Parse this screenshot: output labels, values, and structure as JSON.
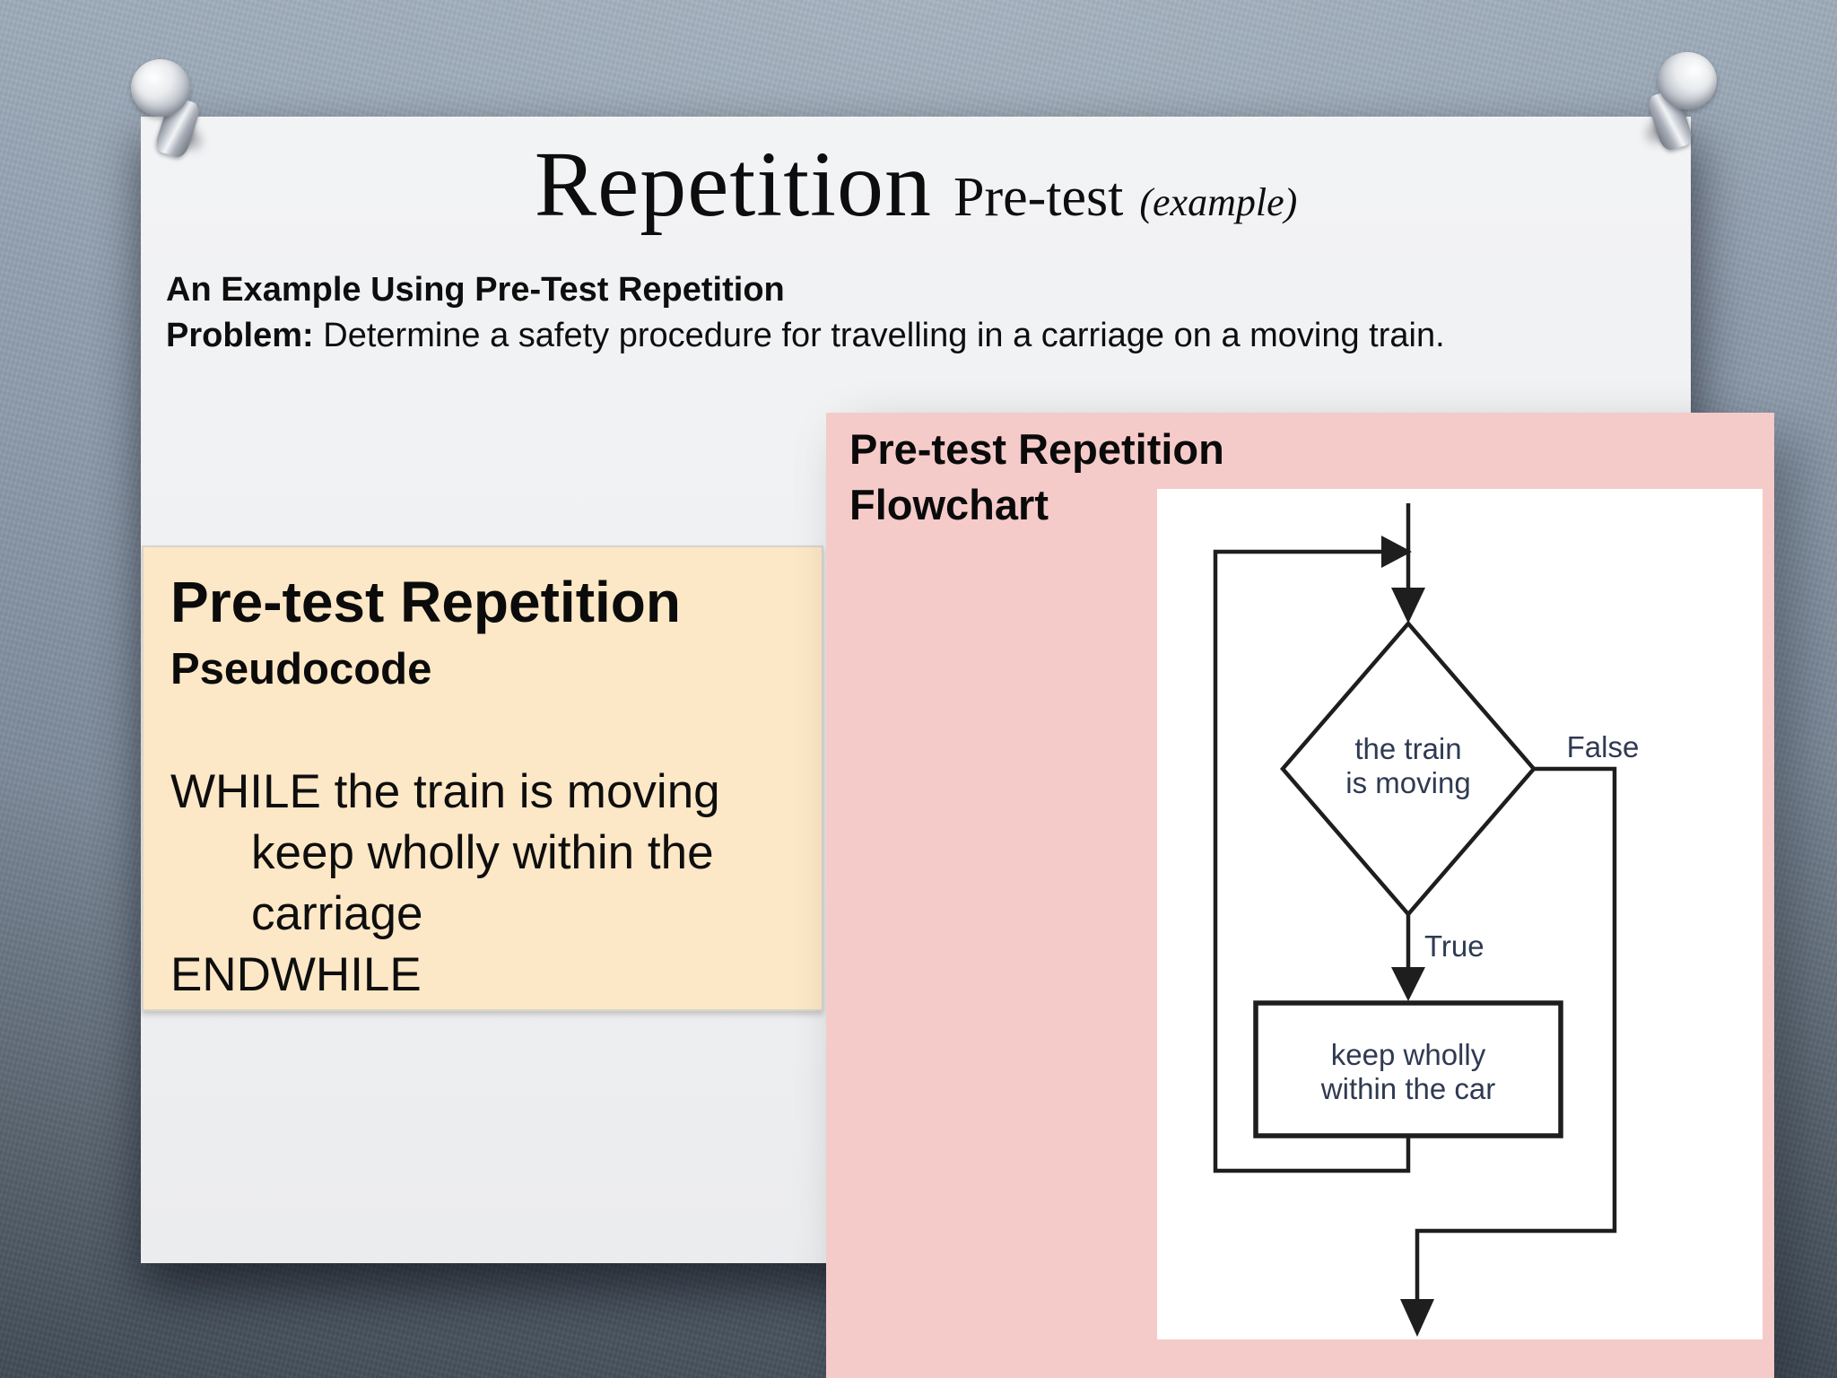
{
  "slide": {
    "title": {
      "main": "Repetition",
      "sub": "Pre-test",
      "note": "(example)"
    },
    "intro": {
      "heading": "An Example Using Pre-Test Repetition",
      "problem_label": "Problem:",
      "problem_text": "Determine a safety procedure for travelling in a carriage on a moving train."
    },
    "pseudocode_panel": {
      "heading": "Pre-test Repetition",
      "subheading": "Pseudocode",
      "lines": [
        "WHILE the train is moving",
        "keep wholly within the",
        "carriage",
        "ENDWHILE"
      ]
    },
    "flowchart_panel": {
      "heading_line1": "Pre-test Repetition",
      "heading_line2": "Flowchart",
      "decision_line1": "the train",
      "decision_line2": "is moving",
      "false_label": "False",
      "true_label": "True",
      "process_line1": "keep wholly",
      "process_line2": "within the car"
    },
    "colors": {
      "background_top": "#9dabb9",
      "background_bottom": "#525e6a",
      "paper": "#f0f1f3",
      "pseudocode_panel_bg": "#fce7c6",
      "flowchart_panel_bg": "#f5cbc9",
      "flowchart_canvas_bg": "#ffffff",
      "flow_line": "#1e1e1e",
      "flow_text": "#2f3a52"
    }
  }
}
